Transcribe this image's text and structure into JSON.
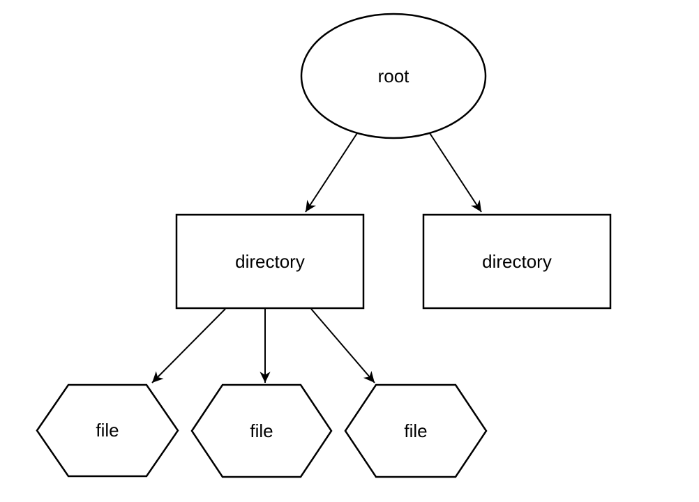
{
  "diagram": {
    "type": "tree",
    "title": "",
    "nodes": [
      {
        "id": "root",
        "label": "root",
        "shape": "ellipse"
      },
      {
        "id": "dir-left",
        "label": "directory",
        "shape": "rectangle"
      },
      {
        "id": "dir-right",
        "label": "directory",
        "shape": "rectangle"
      },
      {
        "id": "file-1",
        "label": "file",
        "shape": "hexagon"
      },
      {
        "id": "file-2",
        "label": "file",
        "shape": "hexagon"
      },
      {
        "id": "file-3",
        "label": "file",
        "shape": "hexagon"
      }
    ],
    "edges": [
      {
        "from": "root",
        "to": "dir-left",
        "arrowhead": "classic"
      },
      {
        "from": "root",
        "to": "dir-right",
        "arrowhead": "classic"
      },
      {
        "from": "dir-left",
        "to": "file-1",
        "arrowhead": "classic"
      },
      {
        "from": "dir-left",
        "to": "file-2",
        "arrowhead": "classic"
      },
      {
        "from": "dir-left",
        "to": "file-3",
        "arrowhead": "classic"
      }
    ]
  },
  "colors": {
    "background": "#ffffff",
    "shape_fill": "#ffffff",
    "stroke": "#000000",
    "text": "#000000"
  }
}
